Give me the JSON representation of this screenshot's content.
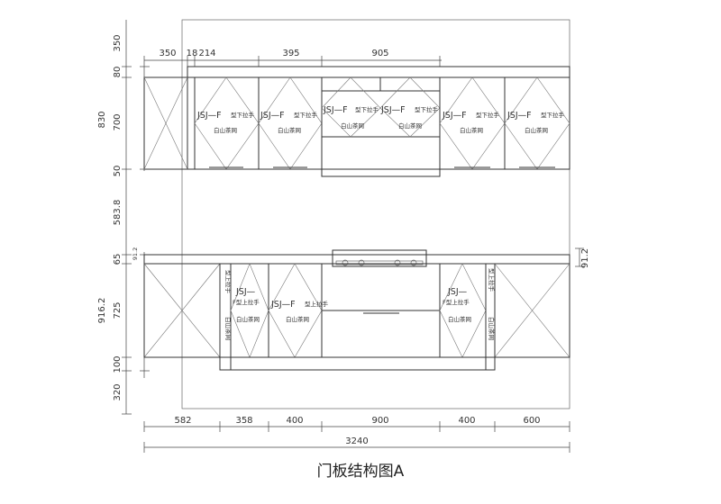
{
  "caption": "门板结构图A",
  "top_dimensions": [
    "350",
    "18",
    "214",
    "395",
    "905"
  ],
  "left_dimensions": [
    "350",
    "80",
    "830",
    "700",
    "50",
    "583.8",
    "65",
    "916.2",
    "725",
    "100",
    "320"
  ],
  "right_dimension": "91.2",
  "left_small": "91.2",
  "bottom_dimensions": [
    "582",
    "358",
    "400",
    "900",
    "400",
    "600"
  ],
  "total_width": "3240",
  "upper_door_label": {
    "model": "JSJ—F",
    "note": "型下拉手",
    "finish": "白山茶网"
  },
  "lower_door_label": {
    "model": "JSJ—F",
    "note": "型上拉手",
    "finish": "白山茶网"
  },
  "side_panel_label": {
    "model": "JSJ—",
    "note": "F型上拉手",
    "finish": "白山茶网"
  },
  "vertical_label_left": "型上拉手",
  "vertical_label_right": "型上拉手"
}
